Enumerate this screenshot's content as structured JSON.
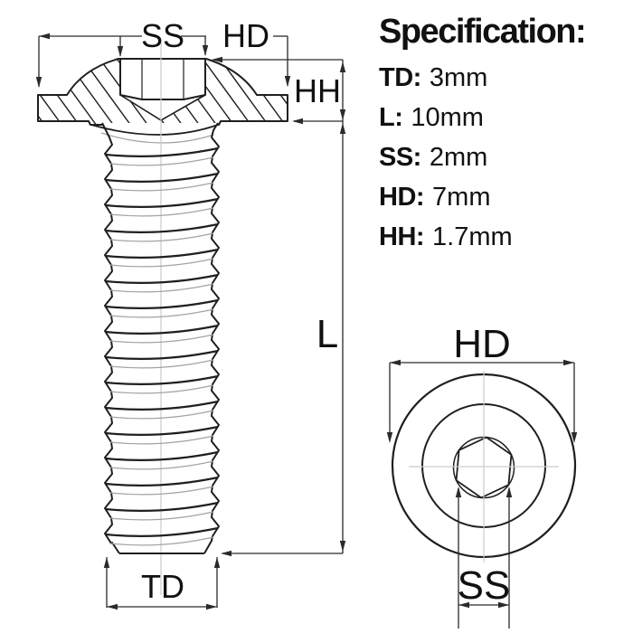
{
  "spec_panel": {
    "title": "Specification:",
    "rows": [
      {
        "label": "TD:",
        "value": "3mm"
      },
      {
        "label": "L:",
        "value": "10mm"
      },
      {
        "label": "SS:",
        "value": "2mm"
      },
      {
        "label": "HD:",
        "value": "7mm"
      },
      {
        "label": "HH:",
        "value": "1.7mm"
      }
    ]
  },
  "side_view": {
    "labels": {
      "socket_size": "SS",
      "head_diameter": "HD",
      "head_height": "HH",
      "length": "L",
      "thread_diameter": "TD"
    }
  },
  "top_view": {
    "labels": {
      "head_diameter": "HD",
      "socket_size": "SS"
    }
  },
  "colors": {
    "line": "#1f1f1f",
    "dimension_line": "#2a2a2a",
    "minor_line": "#a3a3a3",
    "centerline": "#cccccc",
    "text": "#111111",
    "background": "#ffffff"
  }
}
